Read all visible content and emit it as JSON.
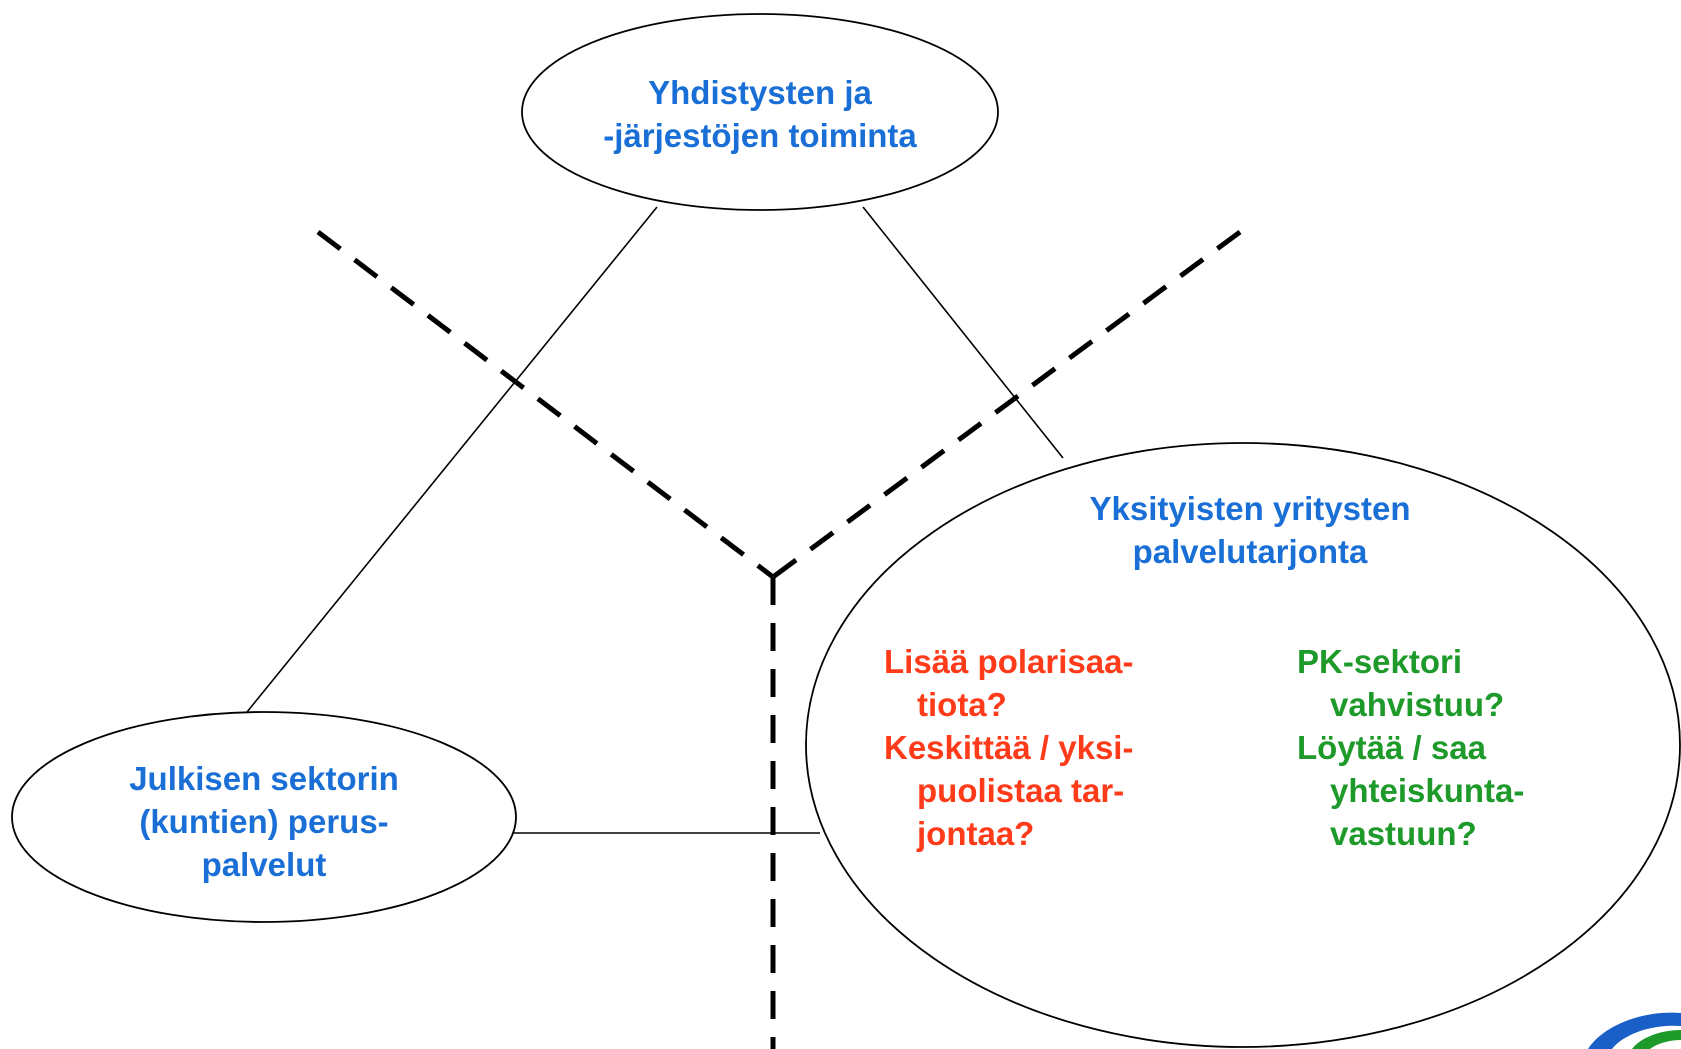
{
  "colors": {
    "title_blue": "#1a6fd6",
    "risk_red": "#ff3b1a",
    "positive_green": "#1e9a2a",
    "line": "#000000"
  },
  "nodes": {
    "top": {
      "line1": "Yhdistysten ja",
      "line2": "-järjestöjen toiminta"
    },
    "left": {
      "line1": "Julkisen sektorin",
      "line2": "(kuntien) perus-",
      "line3": "palvelut"
    },
    "right": {
      "title_line1": "Yksityisten yritysten",
      "title_line2": "palvelutarjonta",
      "risks": [
        "Lisää polarisaa-",
        "tiota?",
        "Keskittää / yksi-",
        "puolistaa tar-",
        "jontaa?"
      ],
      "opportunities": [
        "PK-sektori",
        "vahvistuu?",
        "Löytää / saa",
        "yhteiskunta-",
        "vastuun?"
      ]
    }
  },
  "logo": {
    "icon": "swirl-logo"
  }
}
